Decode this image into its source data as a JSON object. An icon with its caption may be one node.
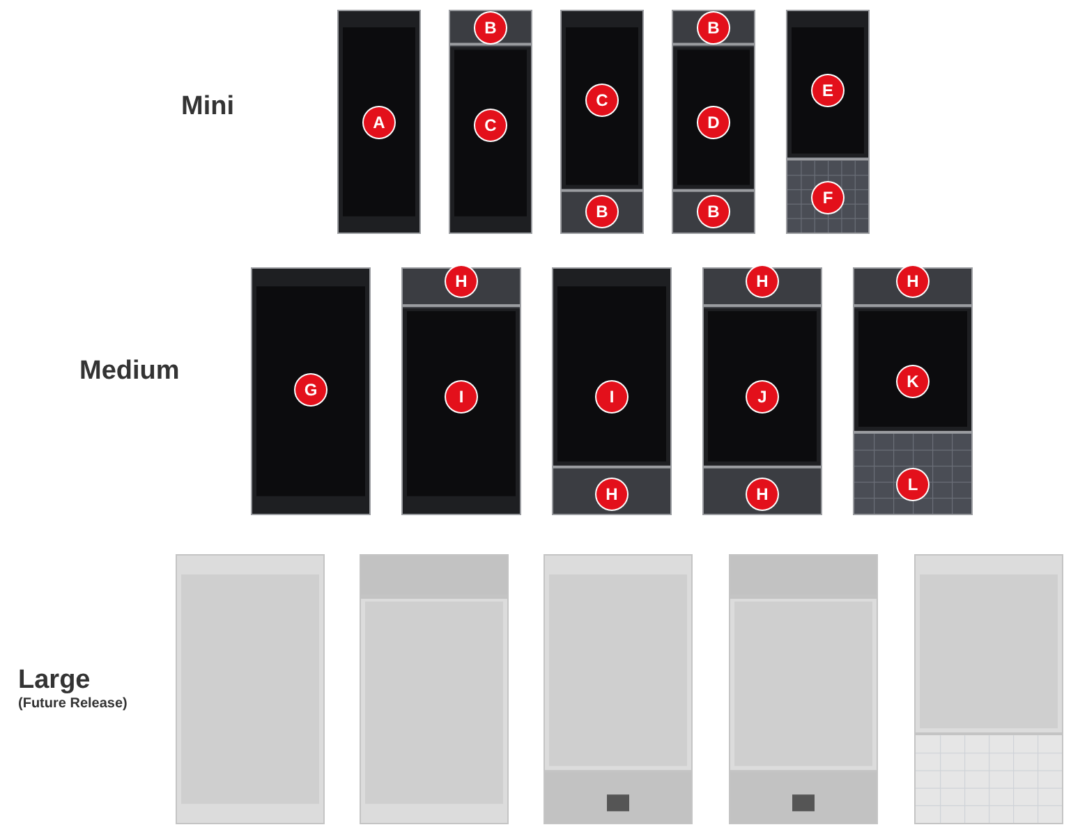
{
  "diagram": {
    "nodes": [
      {
        "text": [],
        "shape": "box"
      },
      {
        "text": [
          "A"
        ],
        "in": 0
      },
      {
        "text": [],
        "shape": "box"
      },
      {
        "text": [
          "B"
        ],
        "in": 2
      },
      {
        "text": [
          "C"
        ],
        "in": 2
      },
      {
        "text": [],
        "shape": "box"
      },
      {
        "text": [
          "C"
        ],
        "in": 5
      },
      {
        "text": [
          "B"
        ],
        "in": 5
      },
      {
        "text": [],
        "shape": "box"
      },
      {
        "text": [
          "B"
        ],
        "in": 8
      },
      {
        "text": [
          "D"
        ],
        "in": 8
      },
      {
        "text": [
          "B"
        ],
        "in": 8
      },
      {
        "text": [],
        "shape": "box"
      },
      {
        "text": [
          "E"
        ],
        "in": 12
      },
      {
        "text": [
          "F"
        ],
        "in": 12
      },
      {
        "text": [],
        "shape": "box"
      },
      {
        "text": [
          "G"
        ],
        "in": 15
      },
      {
        "text": [],
        "shape": "box"
      },
      {
        "text": [
          "H"
        ],
        "in": 17
      },
      {
        "text": [
          "I"
        ],
        "in": 17
      },
      {
        "text": [],
        "shape": "box"
      },
      {
        "text": [
          "I"
        ],
        "in": 20
      },
      {
        "text": [
          "H"
        ],
        "in": 20
      },
      {
        "text": [],
        "shape": "box"
      },
      {
        "text": [
          "H"
        ],
        "in": 23
      },
      {
        "text": [
          "J"
        ],
        "in": 23
      },
      {
        "text": [
          "H"
        ],
        "in": 23
      },
      {
        "text": [],
        "shape": "box"
      },
      {
        "text": [
          "H"
        ],
        "in": 27
      },
      {
        "text": [
          "K"
        ],
        "in": 27
      },
      {
        "text": [
          "L"
        ],
        "in": 27
      },
      {
        "text": [],
        "shape": "box"
      },
      {
        "text": [],
        "shape": "box"
      },
      {
        "text": [],
        "shape": "box"
      },
      {
        "text": [],
        "shape": "box"
      },
      {
        "text": [],
        "shape": "box"
      }
    ],
    "labels": [
      "Mini",
      "Medium",
      "Large",
      "(Future Release)"
    ]
  }
}
